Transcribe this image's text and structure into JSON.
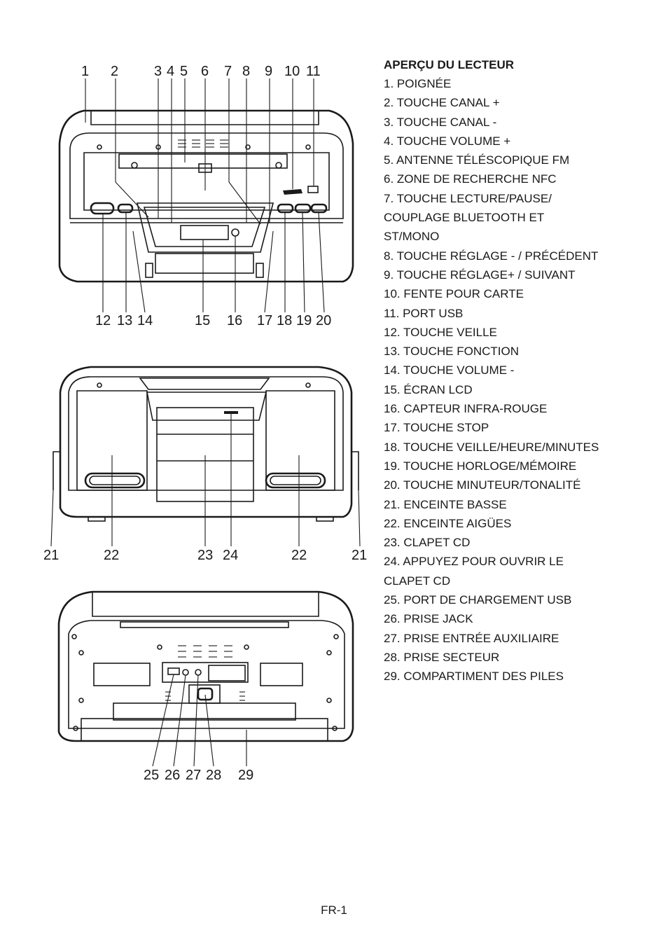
{
  "legend": {
    "title": "APERÇU DU LECTEUR",
    "items": [
      "1. POIGNÉE",
      "2. TOUCHE CANAL +",
      "3. TOUCHE CANAL -",
      "4. TOUCHE VOLUME +",
      "5. ANTENNE TÉLÉSCOPIQUE FM",
      "6. ZONE DE RECHERCHE NFC",
      "7. TOUCHE LECTURE/PAUSE/\n    COUPLAGE BLUETOOTH ET\n    ST/MONO",
      "8. TOUCHE RÉGLAGE - / PRÉCÉDENT",
      "9. TOUCHE RÉGLAGE+ / SUIVANT",
      "10. FENTE POUR CARTE",
      "11. PORT USB",
      "12. TOUCHE VEILLE",
      "13. TOUCHE FONCTION",
      "14. TOUCHE VOLUME -",
      "15. ÉCRAN LCD",
      "16. CAPTEUR INFRA-ROUGE",
      "17. TOUCHE STOP",
      "18. TOUCHE VEILLE/HEURE/MINUTES",
      "19. TOUCHE HORLOGE/MÉMOIRE",
      "20. TOUCHE MINUTEUR/TONALITÉ",
      "21. ENCEINTE BASSE",
      "22. ENCEINTE AIGÜES",
      "23. CLAPET CD",
      "24. APPUYEZ POUR OUVRIR LE\n      CLAPET CD",
      "25. PORT DE CHARGEMENT USB",
      "26. PRISE JACK",
      "27. PRISE ENTRÉE AUXILIAIRE",
      "28. PRISE SECTEUR",
      "29. COMPARTIMENT DES PILES"
    ]
  },
  "callouts": {
    "top": [
      "1",
      "2",
      "3",
      "4",
      "5",
      "6",
      "7",
      "8",
      "9",
      "10",
      "11"
    ],
    "top_bottom": [
      "12",
      "13",
      "14",
      "15",
      "16",
      "17",
      "18",
      "19",
      "20"
    ],
    "front": [
      "21",
      "22",
      "23",
      "24",
      "22",
      "21"
    ],
    "back": [
      "25",
      "26",
      "27",
      "28",
      "29"
    ]
  },
  "page_number": "FR-1"
}
